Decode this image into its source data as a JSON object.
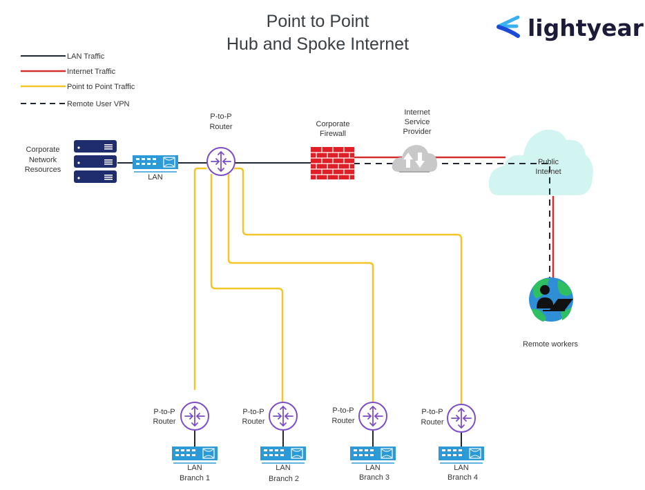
{
  "title": {
    "line1": "Point to Point",
    "line2": "Hub and Spoke Internet"
  },
  "brand": {
    "name": "lightyear",
    "icon": "lightyear-logo-icon",
    "colors": {
      "dark": "#1a4bd6",
      "light": "#39b0f0",
      "text": "#1c1c3a"
    }
  },
  "legend": [
    {
      "label": "LAN Traffic",
      "style": "solid",
      "color": "#1f2533"
    },
    {
      "label": "Internet Traffic",
      "style": "solid",
      "color": "#d42b2b"
    },
    {
      "label": "Point to Point Traffic",
      "style": "solid",
      "color": "#f2c626"
    },
    {
      "label": "Remote User VPN",
      "style": "dashed",
      "color": "#1f2533"
    }
  ],
  "colors": {
    "lan": "#1f2533",
    "internet": "#d42b2b",
    "p2p": "#f2c626",
    "vpn": "#1f2533",
    "router": "#7b4cc6",
    "switch": "#2b9ad6",
    "server": "#1f2d6e",
    "firewall": "#e01e25",
    "isp_cloud": "#c8c8c8",
    "public_cloud": "#d3f5f1",
    "globe_land": "#2fbf63",
    "globe_water": "#2f8fd6"
  },
  "nodes": {
    "corporate_resources": {
      "label_lines": [
        "Corporate",
        "Network",
        "Resources"
      ],
      "icon": "server-stack-icon"
    },
    "hq_lan": {
      "label": "LAN",
      "icon": "lan-switch-icon"
    },
    "hub_router": {
      "label_lines": [
        "P-to-P",
        "Router"
      ],
      "icon": "router-icon"
    },
    "firewall": {
      "label_lines": [
        "Corporate",
        "Firewall"
      ],
      "icon": "firewall-icon"
    },
    "isp": {
      "label_lines": [
        "Internet",
        "Service",
        "Provider"
      ],
      "icon": "isp-cloud-icon"
    },
    "public_internet": {
      "label_lines": [
        "Public",
        "Internet"
      ],
      "icon": "public-cloud-icon"
    },
    "remote_workers": {
      "label": "Remote workers",
      "icon": "remote-worker-globe-icon"
    }
  },
  "branches": [
    {
      "router_label_lines": [
        "P-to-P",
        "Router"
      ],
      "lan_label": "LAN",
      "name": "Branch 1"
    },
    {
      "router_label_lines": [
        "P-to-P",
        "Router"
      ],
      "lan_label": "LAN",
      "name": "Branch 2"
    },
    {
      "router_label_lines": [
        "P-to-P",
        "Router"
      ],
      "lan_label": "LAN",
      "name": "Branch 3"
    },
    {
      "router_label_lines": [
        "P-to-P",
        "Router"
      ],
      "lan_label": "LAN",
      "name": "Branch 4"
    }
  ],
  "links": [
    {
      "from": "corporate_resources",
      "to": "hq_lan",
      "type": "lan"
    },
    {
      "from": "hq_lan",
      "to": "hub_router",
      "type": "lan"
    },
    {
      "from": "hub_router",
      "to": "firewall",
      "type": "lan"
    },
    {
      "from": "firewall",
      "to": "public_internet",
      "via": "isp",
      "type": "internet"
    },
    {
      "from": "firewall",
      "to": "public_internet",
      "via": "isp",
      "type": "vpn"
    },
    {
      "from": "public_internet",
      "to": "remote_workers",
      "type": "internet"
    },
    {
      "from": "public_internet",
      "to": "remote_workers",
      "type": "vpn"
    },
    {
      "from": "hub_router",
      "to": "Branch 1",
      "type": "p2p"
    },
    {
      "from": "hub_router",
      "to": "Branch 2",
      "type": "p2p"
    },
    {
      "from": "hub_router",
      "to": "Branch 3",
      "type": "p2p"
    },
    {
      "from": "hub_router",
      "to": "Branch 4",
      "type": "p2p"
    }
  ]
}
